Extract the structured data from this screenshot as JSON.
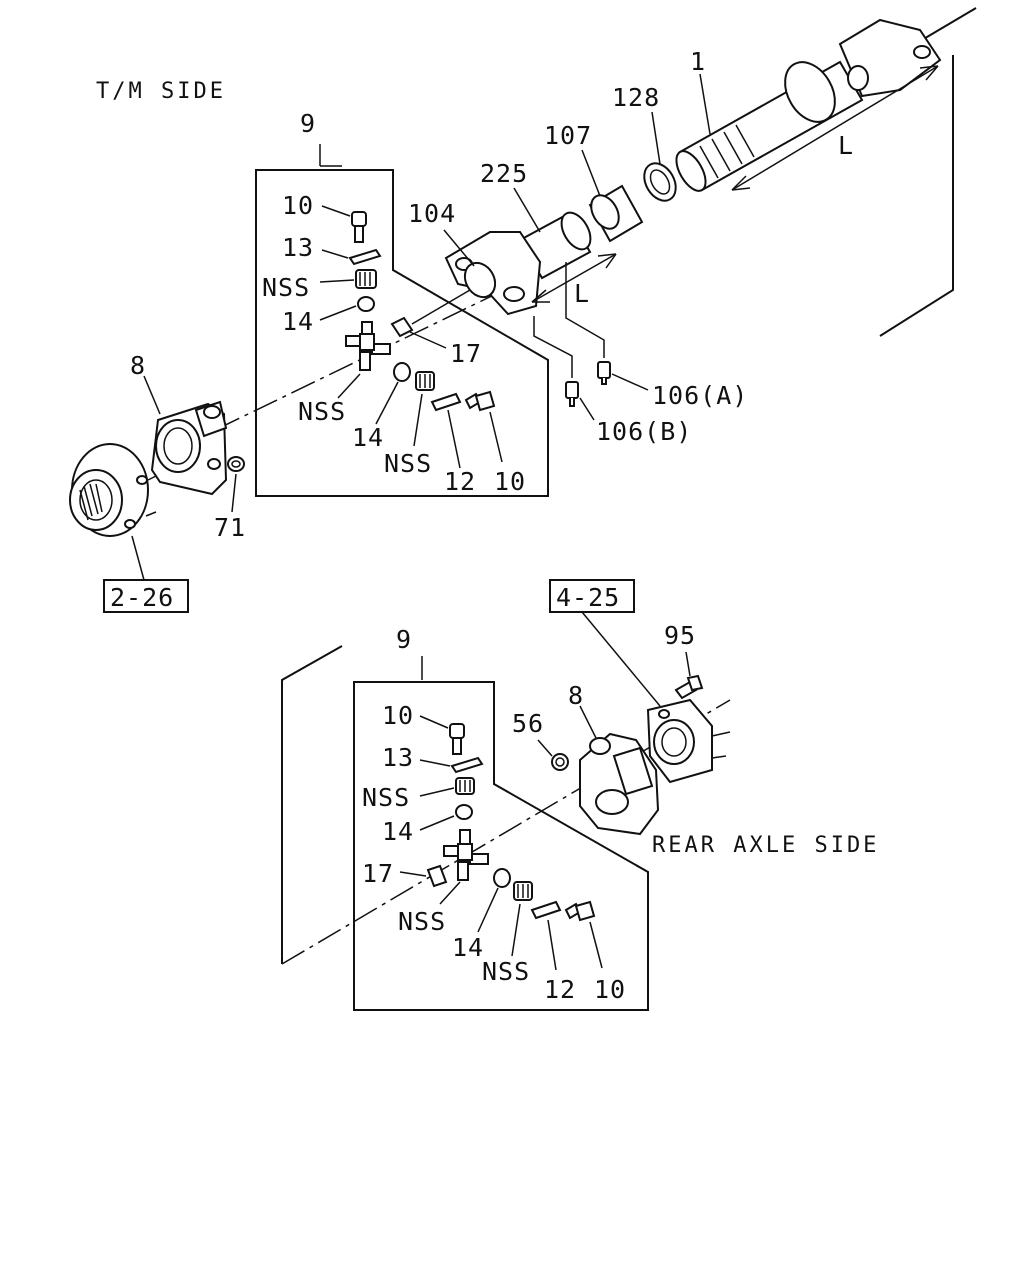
{
  "captions": {
    "tm_side": "T/M SIDE",
    "rear_axle_side": "REAR AXLE SIDE"
  },
  "upper": {
    "callouts": {
      "c1": "1",
      "c128": "128",
      "c107": "107",
      "c225": "225",
      "c104": "104",
      "c9": "9",
      "c10a": "10",
      "c13": "13",
      "nss_a": "NSS",
      "c14a": "14",
      "c17": "17",
      "nss_b": "NSS",
      "c14b": "14",
      "nss_c": "NSS",
      "c12": "12",
      "c10b": "10",
      "c8": "8",
      "c71": "71",
      "c106a": "106(A)",
      "c106b": "106(B)",
      "len_L1": "L",
      "len_L2": "L"
    },
    "ref_box": "2-26"
  },
  "lower": {
    "callouts": {
      "c9": "9",
      "c95": "95",
      "c8": "8",
      "c56": "56",
      "c10a": "10",
      "c13": "13",
      "nss_a": "NSS",
      "c14a": "14",
      "c17": "17",
      "nss_b": "NSS",
      "c14b": "14",
      "nss_c": "NSS",
      "c12": "12",
      "c10b": "10"
    },
    "ref_box": "4-25"
  }
}
